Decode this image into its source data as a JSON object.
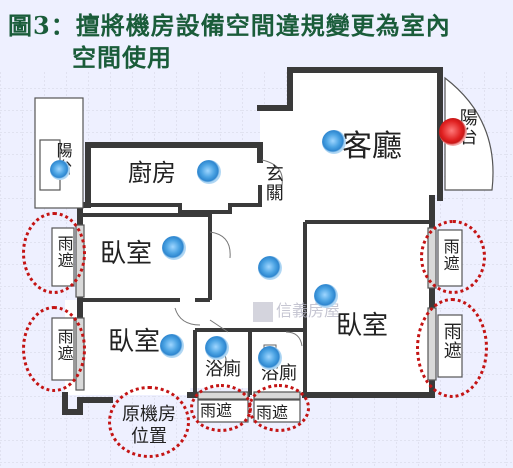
{
  "title": {
    "line1": "圖3：擅將機房設備空間違規變更為室內",
    "line2": "空間使用"
  },
  "rooms": {
    "living": "客廳",
    "kitchen": "廚房",
    "foyer": "玄關",
    "balcony_left": "陽台",
    "balcony_right": "陽台",
    "bedroom1": "臥室",
    "bedroom2": "臥室",
    "bedroom3": "臥室",
    "bath1": "浴廁",
    "bath2": "浴廁",
    "canopy_left_top": "雨遮",
    "canopy_left_bottom": "雨遮",
    "canopy_right_top": "雨遮",
    "canopy_right_bottom": "雨遮",
    "canopy_bottom_1": "雨遮",
    "canopy_bottom_2": "雨遮",
    "machine_room": "原機房位置"
  },
  "watermark": "信義房屋",
  "colors": {
    "title": "#1a5c3a",
    "walls": "#3a3a3a",
    "marker": "#2e86cf",
    "marker_highlight": "#e02020",
    "ring": "#c41414"
  }
}
